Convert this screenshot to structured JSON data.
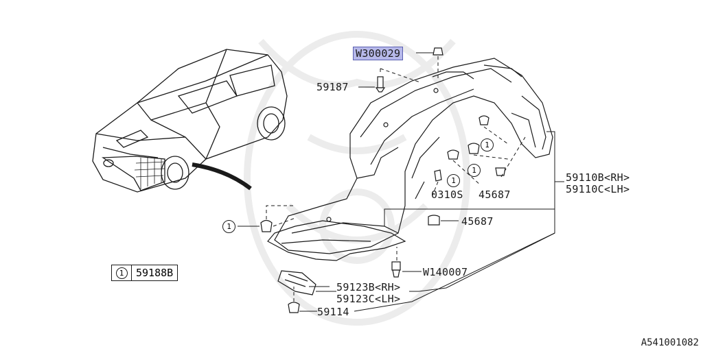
{
  "diagram": {
    "labels": {
      "w300029": "W300029",
      "p59187": "59187",
      "p59110b": "59110B<RH>",
      "p59110c": "59110C<LH>",
      "p45687a": "45687",
      "p0310s": "0310S",
      "p45687b": "45687",
      "pw140007": "W140007",
      "p59123b": "59123B<RH>",
      "p59123c": "59123C<LH>",
      "p59114": "59114"
    },
    "callout_number": "1",
    "legend": {
      "number": "1",
      "code": "59188B"
    },
    "reference_id": "A541001082"
  },
  "colors": {
    "ink": "#1a1a1a",
    "highlight": "#b7b9ea",
    "watermark": "#ededed"
  }
}
